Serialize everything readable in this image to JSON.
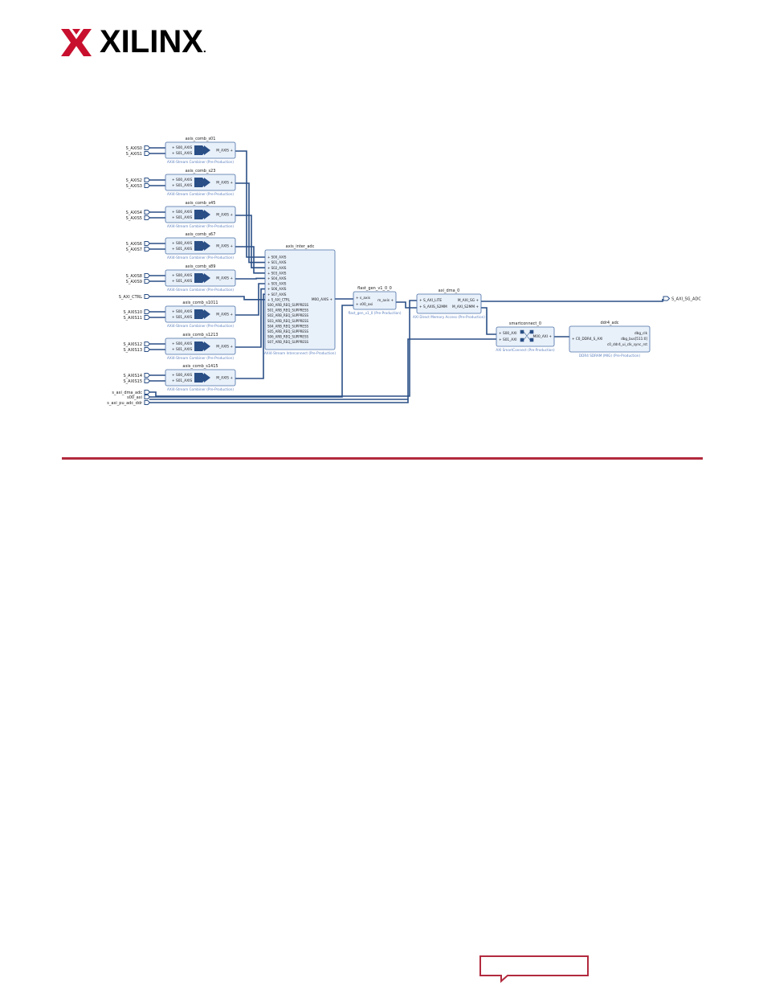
{
  "brand": {
    "name": "XILINX",
    "dot": ".",
    "color": "#c8102e"
  },
  "colors": {
    "wire": "#2a4f86",
    "block_fill": "#e8f0fa",
    "block_stroke": "#4a6fa5",
    "sub_label": "#5a7fbf",
    "rule": "#b22a3e"
  },
  "diagram": {
    "inputs": {
      "left_ports": [
        "S_AXIS0",
        "S_AXIS1",
        "S_AXIS2",
        "S_AXIS3",
        "S_AXIS4",
        "S_AXIS5",
        "S_AXIS6",
        "S_AXIS7",
        "S_AXIS8",
        "S_AXIS9",
        "S_AXI_CTRL",
        "S_AXIS10",
        "S_AXIS11",
        "S_AXIS12",
        "S_AXIS13",
        "S_AXIS14",
        "S_AXIS15"
      ],
      "bottom_ports": [
        "s_axi_dma_adc",
        "s00_axi",
        "s_axi_pu_adc_ddr"
      ]
    },
    "combiners": [
      {
        "name": "axis_comb_s01",
        "p0": "S00_AXIS",
        "p1": "S01_AXIS",
        "out": "M_AXIS",
        "sub": "AXI4-Stream Combiner (Pre-Production)"
      },
      {
        "name": "axis_comb_s23",
        "p0": "S00_AXIS",
        "p1": "S01_AXIS",
        "out": "M_AXIS",
        "sub": "AXI4-Stream Combiner (Pre-Production)"
      },
      {
        "name": "axis_comb_s45",
        "p0": "S00_AXIS",
        "p1": "S01_AXIS",
        "out": "M_AXIS",
        "sub": "AXI4-Stream Combiner (Pre-Production)"
      },
      {
        "name": "axis_comb_s67",
        "p0": "S00_AXIS",
        "p1": "S01_AXIS",
        "out": "M_AXIS",
        "sub": "AXI4-Stream Combiner (Pre-Production)"
      },
      {
        "name": "axis_comb_s89",
        "p0": "S00_AXIS",
        "p1": "S01_AXIS",
        "out": "M_AXIS",
        "sub": "AXI4-Stream Combiner (Pre-Production)"
      },
      {
        "name": "axis_comb_s1011",
        "p0": "S00_AXIS",
        "p1": "S01_AXIS",
        "out": "M_AXIS",
        "sub": "AXI4-Stream Combiner (Pre-Production)"
      },
      {
        "name": "axis_comb_s1213",
        "p0": "S00_AXIS",
        "p1": "S01_AXIS",
        "out": "M_AXIS",
        "sub": "AXI4-Stream Combiner (Pre-Production)"
      },
      {
        "name": "axis_comb_s1415",
        "p0": "S00_AXIS",
        "p1": "S01_AXIS",
        "out": "M_AXIS",
        "sub": "AXI4-Stream Combiner (Pre-Production)"
      }
    ],
    "interconnect": {
      "name": "axis_inter_adc",
      "ports": [
        "S00_AXIS",
        "S01_AXIS",
        "S02_AXIS",
        "S03_AXIS",
        "S04_AXIS",
        "S05_AXIS",
        "S06_AXIS",
        "S07_AXIS",
        "S_AXI_CTRL",
        "S00_ARB_REQ_SUPPRESS",
        "S01_ARB_REQ_SUPPRESS",
        "S02_ARB_REQ_SUPPRESS",
        "S03_ARB_REQ_SUPPRESS",
        "S04_ARB_REQ_SUPPRESS",
        "S05_ARB_REQ_SUPPRESS",
        "S06_ARB_REQ_SUPPRESS",
        "S07_ARB_REQ_SUPPRESS"
      ],
      "out": "M00_AXIS",
      "sub": "AXI4-Stream Interconnect (Pre-Production)"
    },
    "flast": {
      "name": "flast_gen_v1_0_0",
      "p0": "s_axis",
      "p1": "s00_axi",
      "out": "m_axis",
      "sub": "flast_gen_v1_0 (Pre-Production)"
    },
    "dma": {
      "name": "axi_dma_0",
      "p0": "S_AXI_LITE",
      "p1": "S_AXIS_S2MM",
      "o0": "M_AXI_SG",
      "o1": "M_AXI_S2MM",
      "sub": "AXI Direct Memory Access (Pre-Production)"
    },
    "smart": {
      "name": "smartconnect_0",
      "p0": "S00_AXI",
      "p1": "S01_AXI",
      "out": "M00_AXI",
      "sub": "AXI SmartConnect (Pre-Production)"
    },
    "ddr": {
      "name": "ddr4_adc",
      "p0": "C0_DDR4_S_AXI",
      "o0": "dbg_clk",
      "o1": "dbg_bus[511:0]",
      "o2": "c0_ddr4_ui_clk_sync_rst",
      "sub": "DDR4 SDRAM (MIG) (Pre-Production)"
    },
    "output_port": "S_AXI_SG_ADC"
  }
}
